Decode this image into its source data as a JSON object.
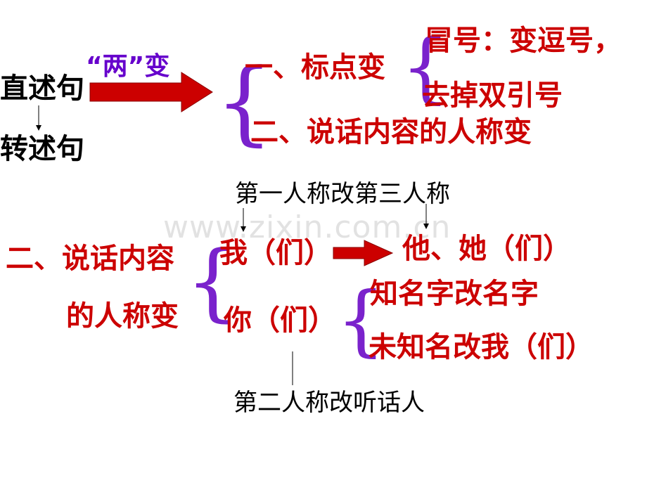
{
  "watermark": "www.zixin.com.cn",
  "top": {
    "source": "直述句",
    "target": "转述句",
    "change_label": "“两”变",
    "branch1": "一、标点变",
    "branch1_sub1": "冒号：变逗号，",
    "branch1_sub2": "去掉双引号",
    "branch2": "二、说话内容的人称变"
  },
  "bottom": {
    "note_first_person": "第一人称改第三人称",
    "heading_line1": "二、说话内容",
    "heading_line2": "的人称变",
    "first_person": "我（们）",
    "third_person": "他、她（们）",
    "second_person": "你（们）",
    "known_name": "知名字改名字",
    "unknown_name": "未知名改我（们）",
    "note_second_person": "第二人称改听话人"
  },
  "colors": {
    "red": "#cc0000",
    "arrow": "#cc0000",
    "purple": "#7a22cc",
    "black": "#000000"
  }
}
